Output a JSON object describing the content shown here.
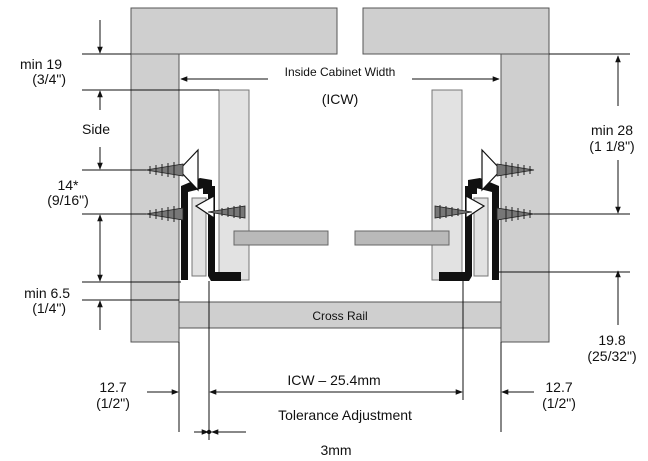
{
  "labels": {
    "inside_cabinet_width": "Inside Cabinet Width",
    "icw": "(ICW)",
    "side": "Side",
    "min19_mm": "min 19",
    "min19_in": "(3/4\")",
    "dim14_mm": "14*",
    "dim14_in": "(9/16\")",
    "min65_mm": "min 6.5",
    "min65_in": "(1/4\")",
    "min28_mm": "min 28",
    "min28_in": "(1 1/8\")",
    "dim198_mm": "19.8",
    "dim198_in": "(25/32\")",
    "cross_rail": "Cross Rail",
    "icw_minus": "ICW – 25.4mm",
    "left127_mm": "12.7",
    "left127_in": "(1/2\")",
    "right127_mm": "12.7",
    "right127_in": "(1/2\")",
    "tolerance": "Tolerance Adjustment",
    "three_mm": "3mm"
  },
  "colors": {
    "panel": "#cfcfcf",
    "drawer": "#e2e2e2",
    "bar": "#b9b9b9",
    "slide": "#111111",
    "line": "#111111"
  }
}
